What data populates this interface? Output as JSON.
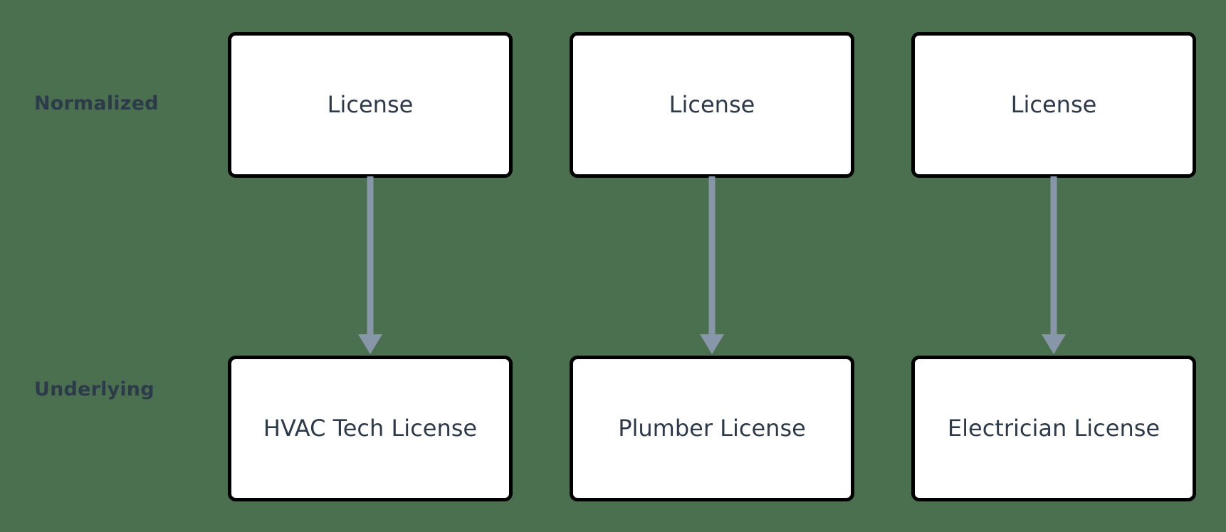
{
  "diagram": {
    "background_color": "#4a7050",
    "node_fill_color": "#ffffff",
    "node_border_color": "#000000",
    "text_color": "#2d3a4a",
    "arrow_color": "#8796a8",
    "rows": [
      {
        "key": "normalized",
        "label": "Normalized"
      },
      {
        "key": "underlying",
        "label": "Underlying"
      }
    ],
    "columns": [
      {
        "key": "hvac",
        "normalized_label": "License",
        "underlying_label": "HVAC Tech License",
        "arrow_name": "arrow-normalized-to-hvac"
      },
      {
        "key": "plumber",
        "normalized_label": "License",
        "underlying_label": "Plumber License",
        "arrow_name": "arrow-normalized-to-plumber"
      },
      {
        "key": "electrician",
        "normalized_label": "License",
        "underlying_label": "Electrician License",
        "arrow_name": "arrow-normalized-to-electrician"
      }
    ]
  }
}
